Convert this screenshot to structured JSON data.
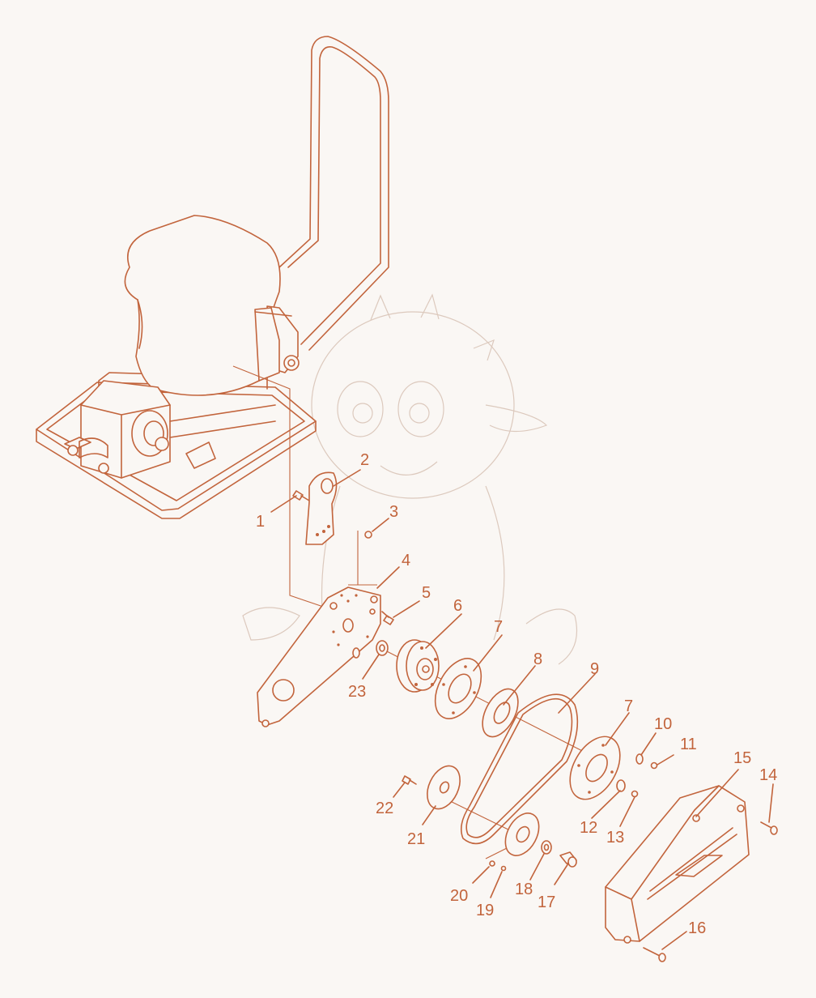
{
  "diagram": {
    "accent_color": "#c2643c",
    "background_color": "#faf7f4",
    "callouts": [
      {
        "id": "callout-1",
        "text": "1"
      },
      {
        "id": "callout-2",
        "text": "2"
      },
      {
        "id": "callout-3",
        "text": "3"
      },
      {
        "id": "callout-4",
        "text": "4"
      },
      {
        "id": "callout-5",
        "text": "5"
      },
      {
        "id": "callout-6",
        "text": "6"
      },
      {
        "id": "callout-7a",
        "text": "7"
      },
      {
        "id": "callout-8",
        "text": "8"
      },
      {
        "id": "callout-9",
        "text": "9"
      },
      {
        "id": "callout-7b",
        "text": "7"
      },
      {
        "id": "callout-10",
        "text": "10"
      },
      {
        "id": "callout-11",
        "text": "11"
      },
      {
        "id": "callout-12",
        "text": "12"
      },
      {
        "id": "callout-13",
        "text": "13"
      },
      {
        "id": "callout-14",
        "text": "14"
      },
      {
        "id": "callout-15",
        "text": "15"
      },
      {
        "id": "callout-16",
        "text": "16"
      },
      {
        "id": "callout-17",
        "text": "17"
      },
      {
        "id": "callout-18",
        "text": "18"
      },
      {
        "id": "callout-19",
        "text": "19"
      },
      {
        "id": "callout-20",
        "text": "20"
      },
      {
        "id": "callout-21",
        "text": "21"
      },
      {
        "id": "callout-22",
        "text": "22"
      },
      {
        "id": "callout-23",
        "text": "23"
      }
    ]
  }
}
